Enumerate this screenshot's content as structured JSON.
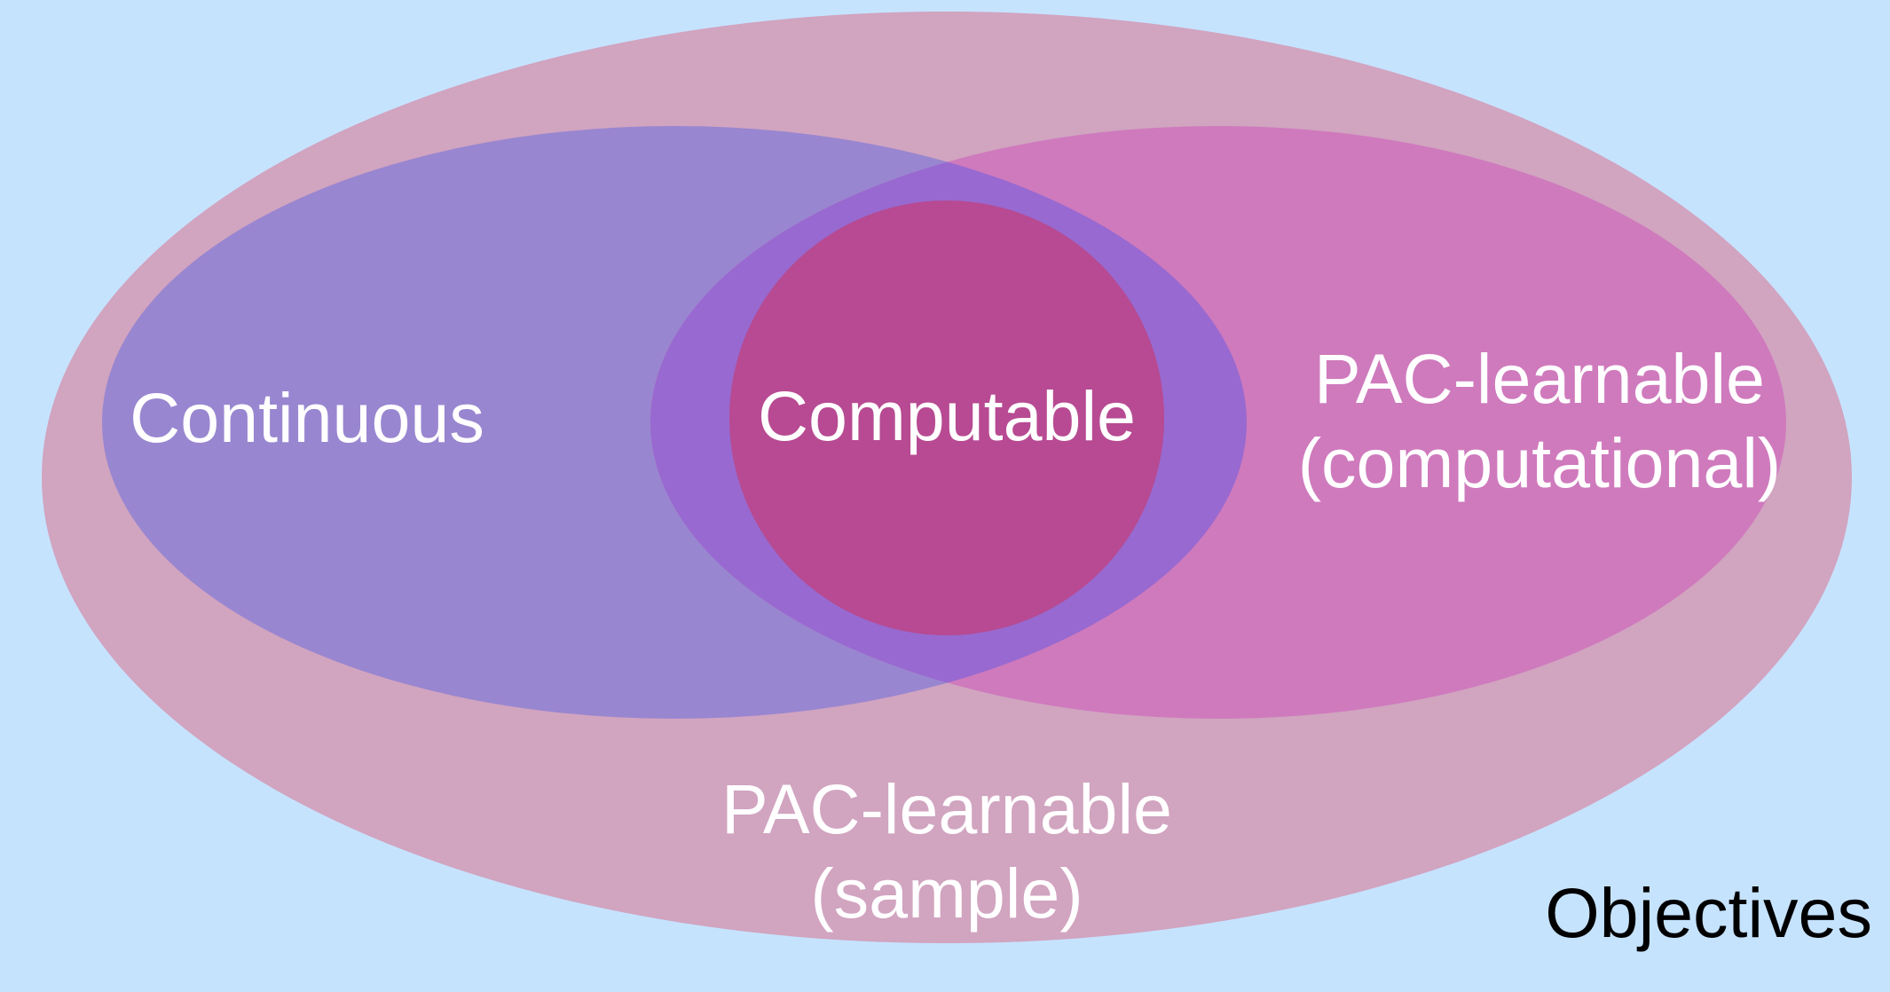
{
  "diagram": {
    "colors": {
      "background": "#c6e3fe",
      "pac_sample_region": "#d1a4c0",
      "continuous_region": "#9986d0",
      "pac_computational_region": "#cf7abd",
      "overlap_region": "#9869d0",
      "computable_region": "#b74a92",
      "light_text": "#ffffff",
      "dark_text": "#000000"
    },
    "labels": {
      "universe": "Objectives",
      "pac_sample_line1": "PAC-learnable",
      "pac_sample_line2": "(sample)",
      "continuous": "Continuous",
      "pac_computational_line1": "PAC-learnable",
      "pac_computational_line2": "(computational)",
      "computable": "Computable"
    }
  }
}
